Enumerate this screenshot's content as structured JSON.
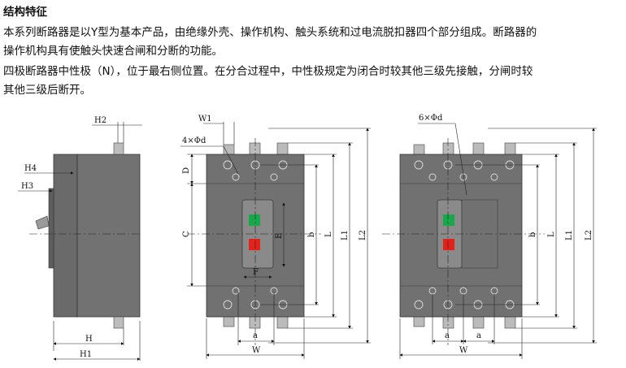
{
  "heading": "结构特征",
  "paragraph1": [
    "本系列断路器是以Y型为基本产品，由绝缘外壳、操作机构、触头系统和过电流脱扣器四个部分组成。断路器的",
    "操作机构具有使触头快速合闸和分断的功能。"
  ],
  "paragraph2": [
    "四极断路器中性极（N），位于最右侧位置。在分合过程中，中性极规定为闭合时较其他三级先接触，分闸时较",
    "其他三级后断开。"
  ],
  "side_view": {
    "labels": {
      "h2": "H2",
      "h4": "H4",
      "h3": "H3",
      "h": "H",
      "h1": "H1"
    }
  },
  "three_pole": {
    "labels": {
      "w1": "W1",
      "holes": "4×Φd",
      "d": "D",
      "c": "C",
      "e": "E",
      "f": "F",
      "b": "b",
      "l": "L",
      "l1": "L1",
      "l2": "L2",
      "a": "a",
      "w": "W"
    }
  },
  "four_pole": {
    "labels": {
      "holes": "6×Φd",
      "b": "b",
      "l": "L",
      "l1": "L1",
      "l2": "L2",
      "a1": "a",
      "a2": "a",
      "w": "W"
    }
  },
  "colors": {
    "body": "#6f6f6f",
    "body_dark": "#5a5a5a",
    "green": "#17a84a",
    "red": "#e3221b"
  }
}
